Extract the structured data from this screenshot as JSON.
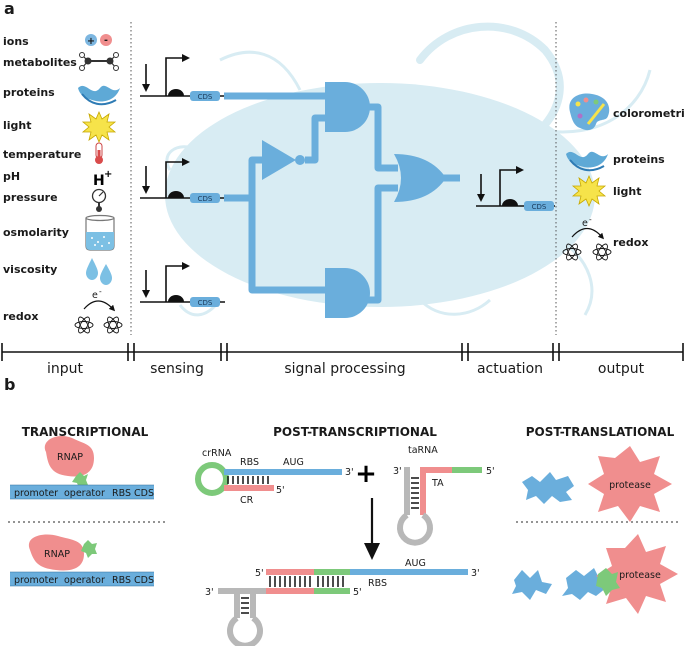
{
  "panel_a": {
    "label": "a",
    "input_items": [
      "ions",
      "metabolites",
      "proteins",
      "light",
      "temperature",
      "pH",
      "pressure",
      "osmolarity",
      "viscosity",
      "redox"
    ],
    "ph_symbol": "H",
    "ph_superscript": "+",
    "ion_plus": "+",
    "ion_minus": "-",
    "electron": "e",
    "electron_sup": "-",
    "cds_label": "CDS",
    "output_items": [
      "colorometric",
      "proteins",
      "light",
      "redox"
    ],
    "stages": [
      "input",
      "sensing",
      "signal processing",
      "actuation",
      "output"
    ]
  },
  "panel_b": {
    "label": "b",
    "transcriptional": {
      "title": "TRANSCRIPTIONAL",
      "rnap": "RNAP",
      "promoter": "promoter",
      "operator": "operator",
      "rbs": "RBS",
      "cds": "CDS"
    },
    "post_transcriptional": {
      "title": "POST-TRANSCRIPTIONAL",
      "crrna": "crRNA",
      "rbs": "RBS",
      "aug": "AUG",
      "three_prime": "3'",
      "five_prime": "5'",
      "cr": "CR",
      "tarna": "taRNA",
      "ta": "TA",
      "plus": "+"
    },
    "post_translational": {
      "title": "POST-TRANSLATIONAL",
      "protease": "protease"
    }
  },
  "colors": {
    "blue": "#6aaedc",
    "pink": "#f08e8e",
    "green": "#7dc97a",
    "gray": "#b8b8b8",
    "cell": "#d8ecf3"
  }
}
